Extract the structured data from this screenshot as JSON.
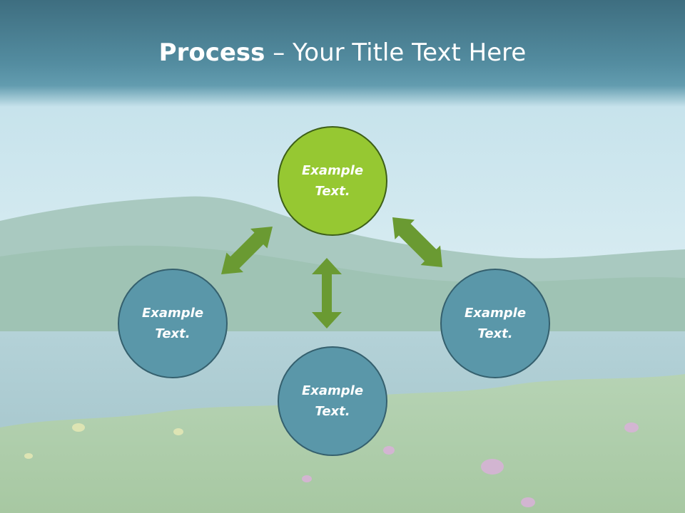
{
  "title": {
    "bold": "Process",
    "separator": " – ",
    "rest": "Your Title Text Here"
  },
  "nodes": {
    "top": "Example Text.",
    "left": "Example Text.",
    "right": "Example Text.",
    "bottom": "Example Text."
  },
  "colors": {
    "title_bar": "#3e6e80",
    "main_node": "#96c832",
    "sub_node": "#5a97a9",
    "arrow": "#6a9a32"
  }
}
